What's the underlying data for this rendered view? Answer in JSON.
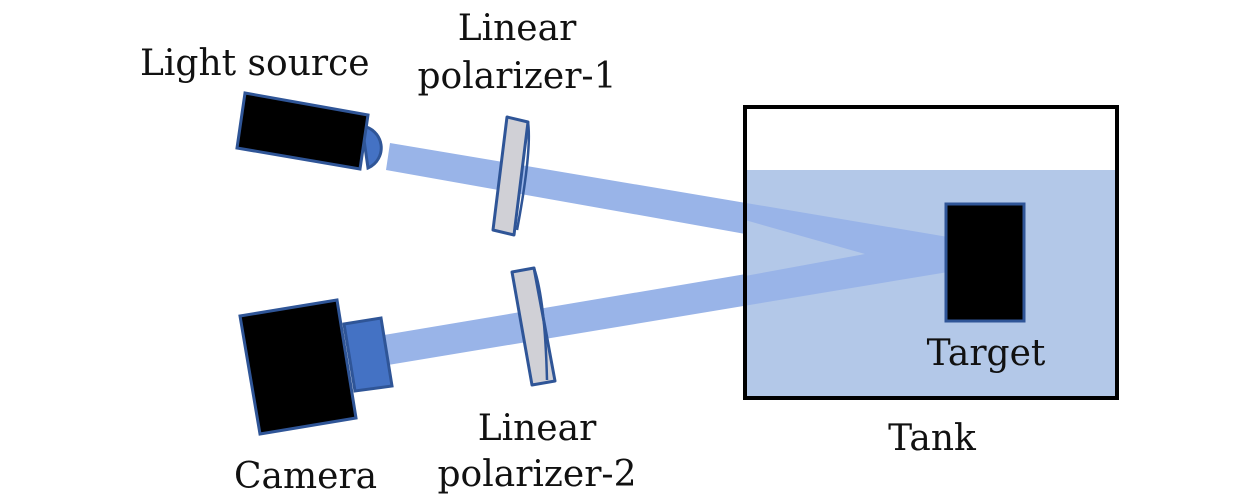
{
  "labels": {
    "light_source": "Light source",
    "polarizer1_line1": "Linear",
    "polarizer1_line2": "polarizer-1",
    "polarizer2_line1": "Linear",
    "polarizer2_line2": "polarizer-2",
    "camera": "Camera",
    "target": "Target",
    "tank": "Tank"
  },
  "colors": {
    "beam": "#99b4e8",
    "water": "#b3c8e8",
    "device_body": "#000000",
    "device_outline": "#2f5597",
    "lens_fill": "#4472c4",
    "polarizer_fill": "#d0d0d6",
    "tank_border": "#000000"
  }
}
